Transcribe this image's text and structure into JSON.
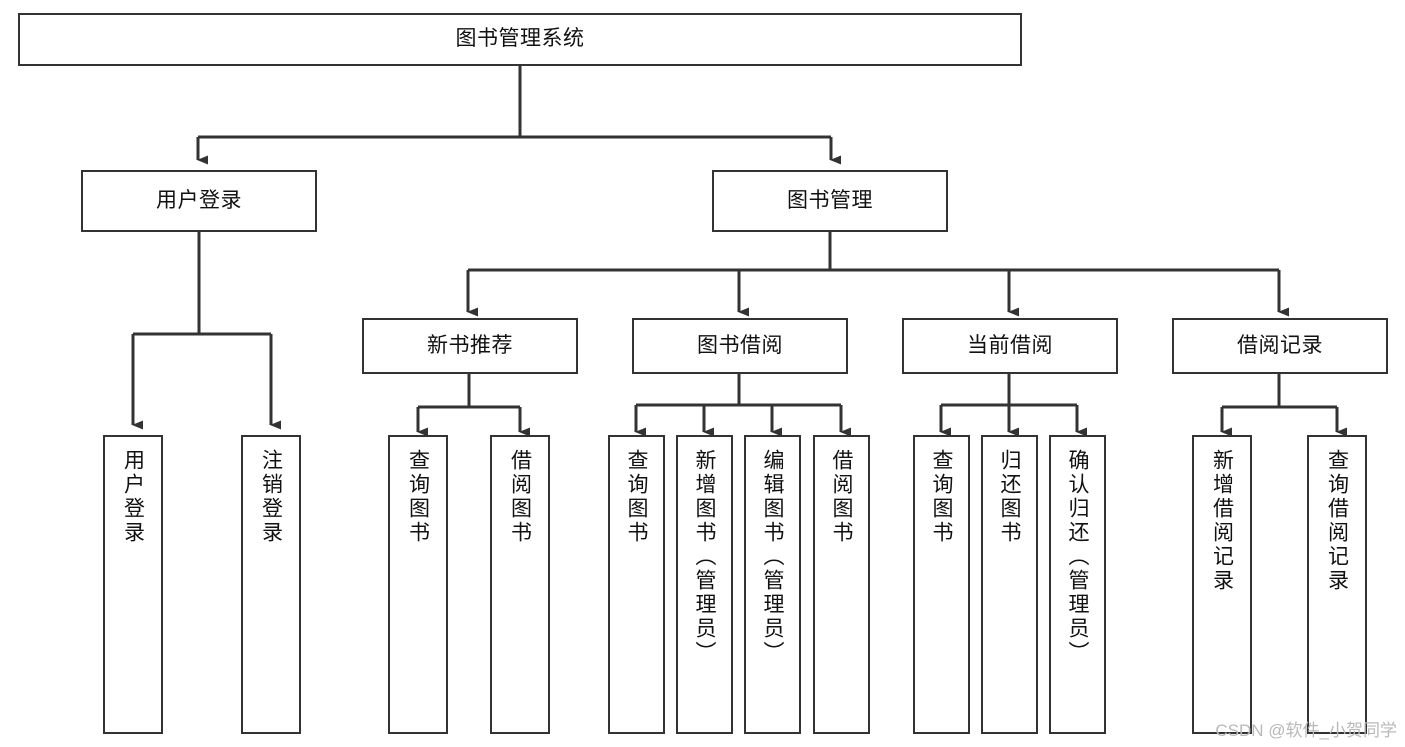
{
  "diagram": {
    "title": "图书管理系统",
    "type": "tree-hierarchy",
    "orientation": "top-down",
    "stroke_color": "#333333",
    "fill_color": "#ffffff",
    "text_color": "#111111"
  },
  "nodes": {
    "root": {
      "label": "图书管理系统",
      "level": 0
    },
    "level1": [
      {
        "id": "user-login",
        "label": "用户登录"
      },
      {
        "id": "book-management",
        "label": "图书管理"
      }
    ],
    "level2": [
      {
        "id": "new-book-recommend",
        "label": "新书推荐",
        "parent": "book-management"
      },
      {
        "id": "book-borrow",
        "label": "图书借阅",
        "parent": "book-management"
      },
      {
        "id": "current-borrow",
        "label": "当前借阅",
        "parent": "book-management"
      },
      {
        "id": "borrow-record",
        "label": "借阅记录",
        "parent": "book-management"
      }
    ],
    "leaves": [
      {
        "id": "leaf-user-login",
        "label": "用户登录",
        "parent": "user-login"
      },
      {
        "id": "leaf-logout",
        "label": "注销登录",
        "parent": "user-login"
      },
      {
        "id": "leaf-query-book-1",
        "label": "查询图书",
        "parent": "new-book-recommend"
      },
      {
        "id": "leaf-borrow-book-1",
        "label": "借阅图书",
        "parent": "new-book-recommend"
      },
      {
        "id": "leaf-query-book-2",
        "label": "查询图书",
        "parent": "book-borrow"
      },
      {
        "id": "leaf-add-book",
        "label": "新增图书（管理员）",
        "parent": "book-borrow"
      },
      {
        "id": "leaf-edit-book",
        "label": "编辑图书（管理员）",
        "parent": "book-borrow"
      },
      {
        "id": "leaf-borrow-book-2",
        "label": "借阅图书",
        "parent": "book-borrow"
      },
      {
        "id": "leaf-query-book-3",
        "label": "查询图书",
        "parent": "current-borrow"
      },
      {
        "id": "leaf-return-book",
        "label": "归还图书",
        "parent": "current-borrow"
      },
      {
        "id": "leaf-confirm-return",
        "label": "确认归还（管理员）",
        "parent": "current-borrow"
      },
      {
        "id": "leaf-add-record",
        "label": "新增借阅记录",
        "parent": "borrow-record"
      },
      {
        "id": "leaf-query-record",
        "label": "查询借阅记录",
        "parent": "borrow-record"
      }
    ]
  },
  "watermark": {
    "text": "CSDN @软件_小贺同学"
  }
}
